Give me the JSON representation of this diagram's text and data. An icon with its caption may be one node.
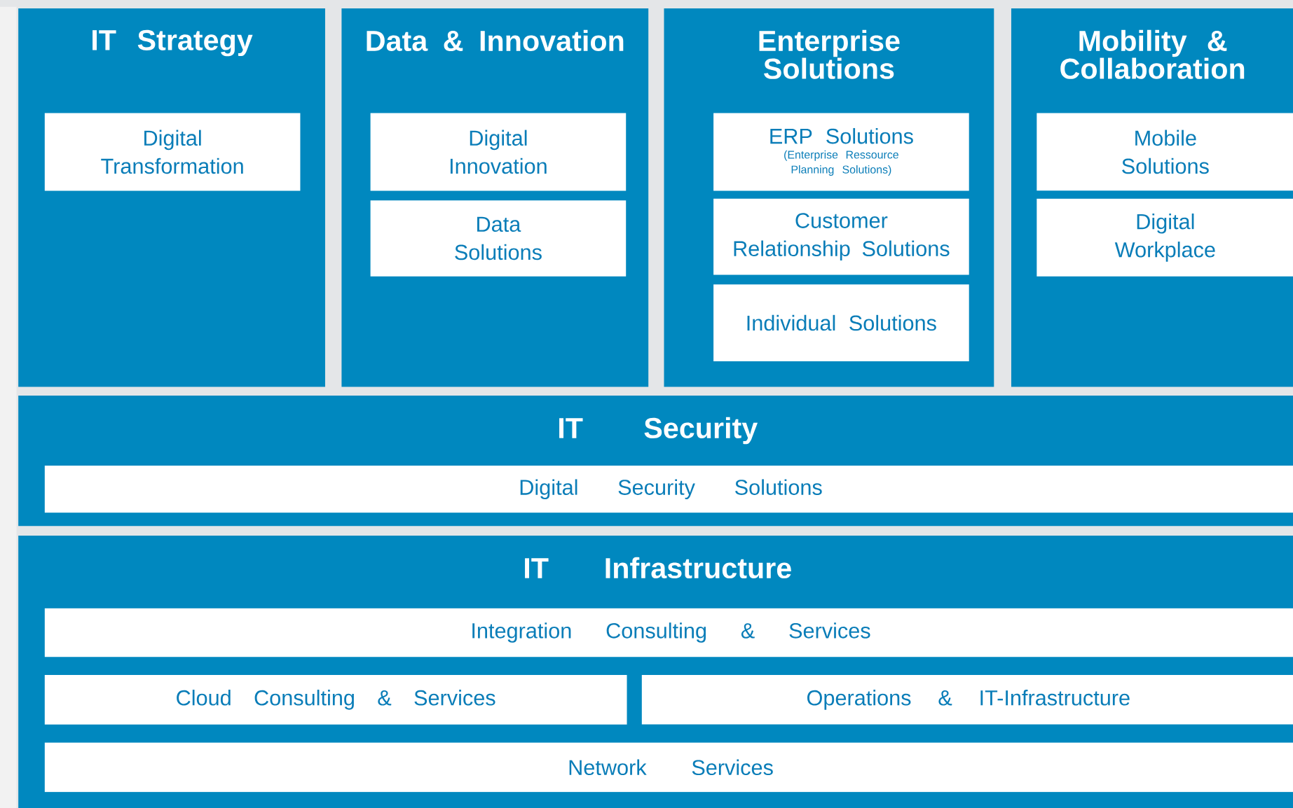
{
  "diagram": {
    "nodes": [
      {
        "text": [
          "IT Strategy"
        ]
      },
      {
        "text": [
          "Digital Transformation"
        ],
        "in": 0
      },
      {
        "text": [
          "Data & Innovation"
        ]
      },
      {
        "text": [
          "Digital Innovation"
        ],
        "in": 2
      },
      {
        "text": [
          "Data Solutions"
        ],
        "in": 2
      },
      {
        "text": [
          "Enterprise Solutions"
        ]
      },
      {
        "text": [
          "ERP Solutions",
          "(Enterprise Ressource Planning Solutions)"
        ],
        "in": 5
      },
      {
        "text": [
          "Customer Relationship Solutions"
        ],
        "in": 5
      },
      {
        "text": [
          "Individual Solutions"
        ],
        "in": 5
      },
      {
        "text": [
          "Mobility & Collaboration"
        ]
      },
      {
        "text": [
          "Mobile Solutions"
        ],
        "in": 9
      },
      {
        "text": [
          "Digital Workplace"
        ],
        "in": 9
      },
      {
        "text": [
          "IT Security"
        ]
      },
      {
        "text": [
          "Digital Security Solutions"
        ],
        "in": 12
      },
      {
        "text": [
          "IT Infrastructure"
        ]
      },
      {
        "text": [
          "Integration Consulting & Services"
        ],
        "in": 14
      },
      {
        "text": [
          "Cloud Consulting & Services"
        ],
        "in": 14
      },
      {
        "text": [
          "Operations & IT-Infrastructure"
        ],
        "in": 14
      },
      {
        "text": [
          "Network Services"
        ],
        "in": 14
      }
    ]
  }
}
